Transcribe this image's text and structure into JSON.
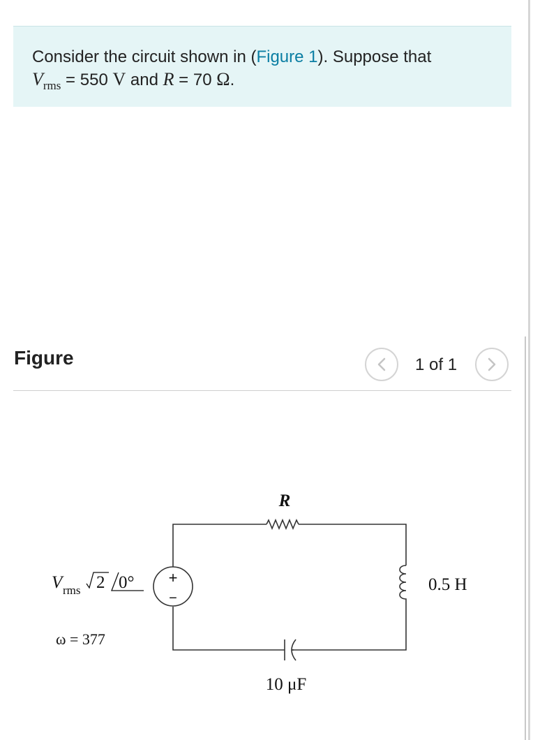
{
  "problem": {
    "intro": "Consider the circuit shown in (",
    "figure_link": "Figure 1",
    "after_link": "). Suppose that",
    "v_symbol": "V",
    "v_subscript": "rms",
    "v_eq": " = 550 ",
    "v_unit": "V",
    "and_text": " and ",
    "r_symbol": "R",
    "r_eq": " = 70 ",
    "r_unit": "Ω",
    "period": "."
  },
  "figure": {
    "title": "Figure",
    "page_indicator": "1 of 1",
    "prev_icon": "chevron-left-icon",
    "next_icon": "chevron-right-icon"
  },
  "circuit": {
    "resistor_label": "R",
    "source_v": "V",
    "source_sub": "rms",
    "source_sqrt2": "2",
    "source_angle": "0°",
    "source_plus": "+",
    "source_minus": "−",
    "omega_label": "ω = 377",
    "inductor_label": "0.5 H",
    "capacitor_label": "10 μF"
  },
  "colors": {
    "link": "#0b7ea3",
    "problem_bg": "#e5f5f6",
    "text": "#222222"
  }
}
